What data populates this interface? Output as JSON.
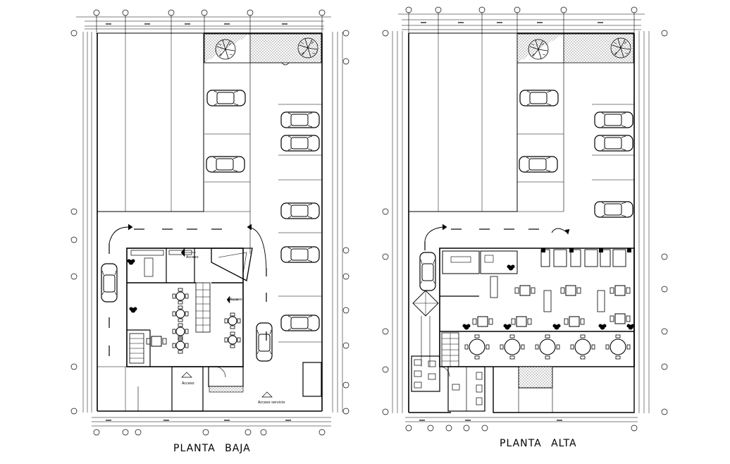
{
  "planta_baja": {
    "title": "PLANTA   BAJA",
    "labels": {
      "acceso_1": "Acceso",
      "acceso_2": "Acceso",
      "acceso_3": "Acceso",
      "acceso_servicio": "Acceso servicio"
    }
  },
  "planta_alta": {
    "title": "PLANTA   ALTA"
  },
  "colors": {
    "ink": "#000000",
    "hatch": "#555555",
    "background": "#ffffff"
  }
}
